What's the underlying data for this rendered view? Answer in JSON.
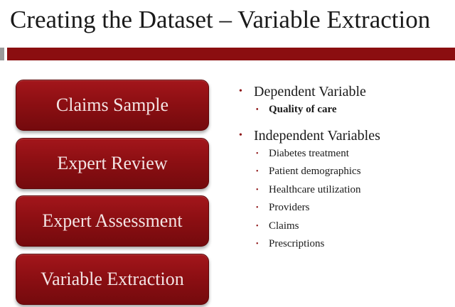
{
  "title": "Creating the Dataset – Variable Extraction",
  "steps": [
    {
      "label": "Claims Sample"
    },
    {
      "label": "Expert Review"
    },
    {
      "label": "Expert Assessment"
    },
    {
      "label": "Variable Extraction"
    }
  ],
  "bullet_glyph": "•",
  "dependent": {
    "label": "Dependent Variable",
    "items": [
      "Quality of care"
    ]
  },
  "independent": {
    "label": "Independent Variables",
    "items": [
      "Diabetes treatment",
      "Patient demographics",
      "Healthcare utilization",
      "Providers",
      "Claims",
      "Prescriptions"
    ]
  },
  "colors": {
    "accent": "#8b0e10",
    "box_text": "#f3e4e4"
  }
}
